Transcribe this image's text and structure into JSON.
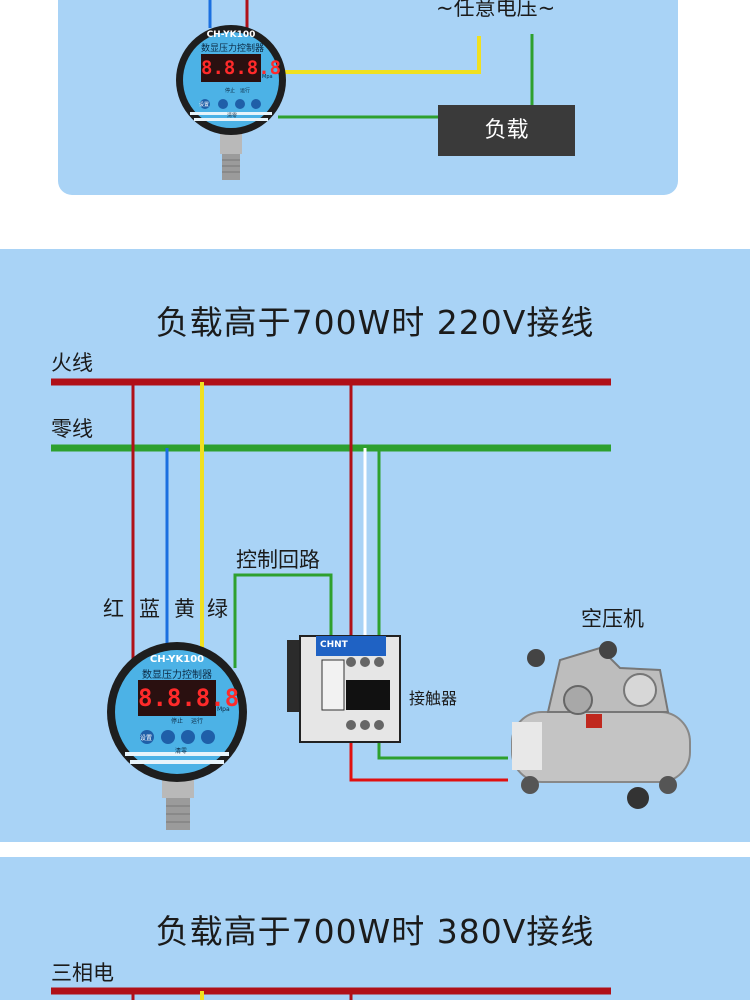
{
  "top_section": {
    "voltage_label": "~任意电压~",
    "load_label": "负载",
    "gauge": {
      "model": "CH-YK100",
      "name": "数显压力控制器",
      "display": "8.8.8.8",
      "unit": "Mpa",
      "key_labels": [
        "设置",
        "停止",
        "运行",
        "清零"
      ]
    }
  },
  "middle_section": {
    "title": "负载高于700W时  220V接线",
    "live_wire_label": "火线",
    "neutral_wire_label": "零线",
    "control_loop_label": "控制回路",
    "wire_color_labels": [
      "红",
      "蓝",
      "黄",
      "绿"
    ],
    "contactor_label": "接触器",
    "compressor_label": "空压机",
    "contactor_brand": "CHNT",
    "gauge": {
      "model": "CH-YK100",
      "name": "数显压力控制器",
      "display": "8.8.8.8",
      "unit": "Mpa",
      "key_labels": [
        "设置",
        "停止",
        "运行",
        "清零"
      ]
    }
  },
  "bottom_section": {
    "title": "负载高于700W时  380V接线",
    "three_phase_label": "三相电"
  },
  "colors": {
    "panel": "#a9d3f6",
    "red_wire": "#b01018",
    "green_wire": "#2ea02e",
    "blue_wire": "#1a6fe0",
    "yellow_wire": "#f0e020",
    "white_wire": "#ffffff"
  }
}
